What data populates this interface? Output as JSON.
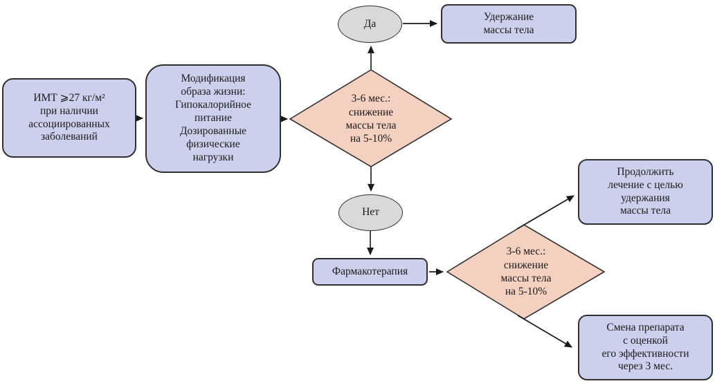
{
  "colors": {
    "node_fill": "#cdd0ec",
    "decision_fill": "#f4d0c1",
    "terminal_fill": "#d9d9d9",
    "border": "#2f2f2f",
    "arrow": "#1a1a1a",
    "text": "#1a1a1a"
  },
  "nodes": {
    "bmi": "ИМТ ⩾27 кг/м²\nпри наличии\nассоциированных\nзаболеваний",
    "lifestyle": "Модификация\nобраза жизни:\nГипокалорийное\nпитание\nДозированные\nфизические\nнагрузки",
    "decision1": "3-6 мес.:\nснижение\nмассы тела\nна 5-10%",
    "yes": "Да",
    "maintain": "Удержание\nмассы тела",
    "no": "Нет",
    "pharma": "Фармакотерапия",
    "decision2": "3-6 мес.:\nснижение\nмассы тела\nна 5-10%",
    "continue_treatment": "Продолжить\nлечение с целью\nудержания\nмассы тела",
    "change_drug": "Смена препарата\nс оценкой\nего эффективности\nчерез 3 мес."
  }
}
